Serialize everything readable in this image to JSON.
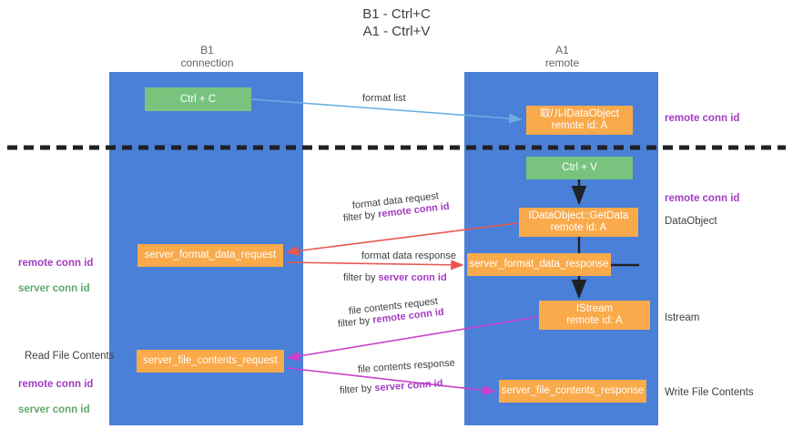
{
  "title": "B1 - Ctrl+C\nA1 - Ctrl+V",
  "colors": {
    "lane": "#4a80d8",
    "green_node": "#78c47f",
    "orange_node": "#f9aa4b",
    "purple_key": "#a33bc2",
    "green_key": "#5fa86a",
    "blue_arrow": "#6aaee0",
    "red_arrow": "#e8584f",
    "magenta_arrow": "#cc3fcc",
    "divider": "#202124"
  },
  "columns": {
    "left": "B1\nconnection",
    "right": "A1\nremote"
  },
  "nodes": {
    "ctrl_c": "Ctrl + C",
    "idataobject": "取/ルIDataObject\nremote id: A",
    "ctrl_v": "Ctrl + V",
    "getdata": "IDataObject::GetData\nremote id: A",
    "server_format_data_request": "server_format_data_request",
    "server_format_data_response": "server_format_data_response",
    "istream": "IStream\nremote id: A",
    "server_file_contents_request": "server_file_contents_request",
    "server_file_contents_response": "server_file_contents_response"
  },
  "side_labels": {
    "dataobject": "DataObject",
    "istream": "Istream",
    "write_file_contents": "Write File Contents",
    "read_file_contents": "Read File Contents"
  },
  "key_tags": {
    "remote_conn_id": "remote conn id",
    "server_conn_id": "server conn id"
  },
  "wire_labels": {
    "format_list": "format list",
    "format_data_request": "format data request",
    "format_data_response": "format data response",
    "file_contents_request": "file contents request",
    "file_contents_response": "file contents response",
    "filter_by": "filter by "
  }
}
